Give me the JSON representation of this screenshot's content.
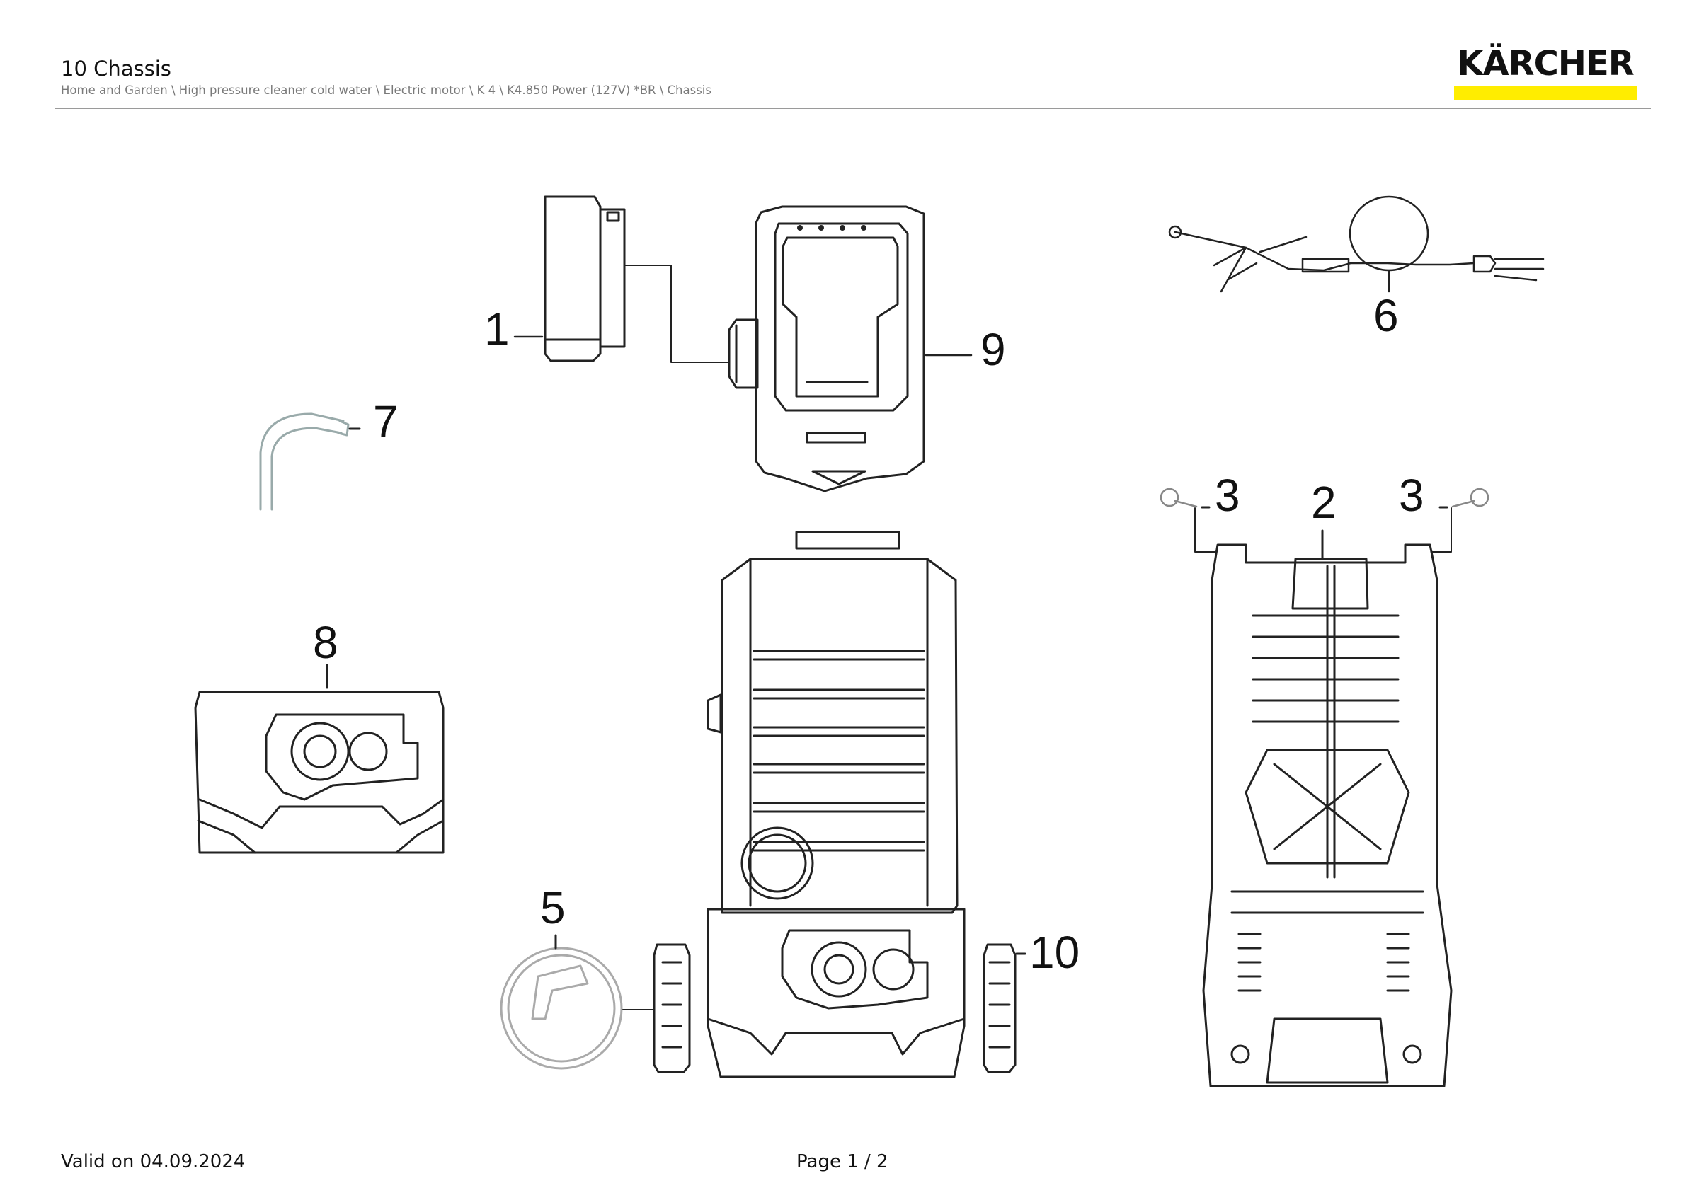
{
  "header": {
    "title": "10 Chassis",
    "breadcrumb": "Home and Garden \\ High pressure cleaner cold water \\ Electric motor \\ K 4 \\ K4.850 Power (127V) *BR \\ Chassis",
    "logo_text": "KÄRCHER",
    "brand_color": "#ffed00"
  },
  "diagram": {
    "part_labels": [
      "1",
      "9",
      "6",
      "7",
      "3",
      "2",
      "3",
      "8",
      "5",
      "10"
    ]
  },
  "footer": {
    "valid_on": "Valid on 04.09.2024",
    "page": "Page 1 / 2"
  }
}
